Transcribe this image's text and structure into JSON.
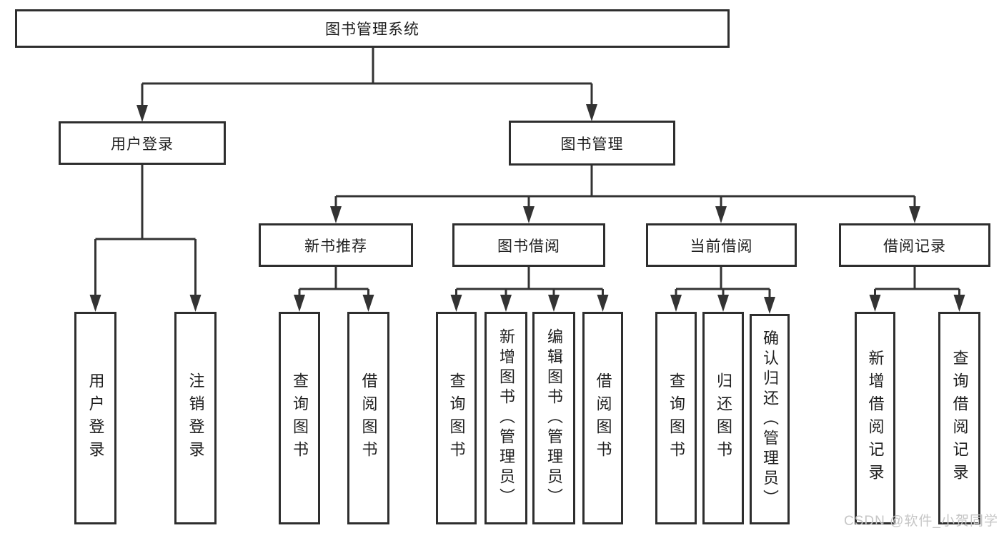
{
  "diagram": {
    "type": "hierarchy-tree",
    "title": "图书管理系统",
    "nodes": {
      "root": "图书管理系统",
      "user_login": "用户登录",
      "book_mgmt": "图书管理",
      "new_book_rec": "新书推荐",
      "book_borrow": "图书借阅",
      "current_borrow": "当前借阅",
      "borrow_records": "借阅记录",
      "login_user": "用户登录",
      "login_logout": "注销登录",
      "rec_query_book": "查询图书",
      "rec_borrow_book": "借阅图书",
      "bor_query_book": "查询图书",
      "bor_add_book": "新增图书（管理员）",
      "bor_edit_book": "编辑图书（管理员）",
      "bor_borrow_book": "借阅图书",
      "cur_query_book": "查询图书",
      "cur_return_book": "归还图书",
      "cur_confirm_return": "确认归还（管理员）",
      "recd_add_record": "新增借阅记录",
      "recd_query_record": "查询借阅记录"
    },
    "edges": [
      {
        "parent": "图书管理系统",
        "children": [
          "用户登录",
          "图书管理"
        ]
      },
      {
        "parent": "用户登录",
        "children": [
          "用户登录",
          "注销登录"
        ]
      },
      {
        "parent": "图书管理",
        "children": [
          "新书推荐",
          "图书借阅",
          "当前借阅",
          "借阅记录"
        ]
      },
      {
        "parent": "新书推荐",
        "children": [
          "查询图书",
          "借阅图书"
        ]
      },
      {
        "parent": "图书借阅",
        "children": [
          "查询图书",
          "新增图书（管理员）",
          "编辑图书（管理员）",
          "借阅图书"
        ]
      },
      {
        "parent": "当前借阅",
        "children": [
          "查询图书",
          "归还图书",
          "确认归还（管理员）"
        ]
      },
      {
        "parent": "借阅记录",
        "children": [
          "新增借阅记录",
          "查询借阅记录"
        ]
      }
    ],
    "watermark": "CSDN @软件_小贺同学",
    "colors": {
      "line": "#333333",
      "box_border": "#2e2e2e",
      "box_fill": "#ffffff",
      "text": "#1f1f1f",
      "watermark": "#c6c6c6",
      "background": "#ffffff"
    }
  }
}
